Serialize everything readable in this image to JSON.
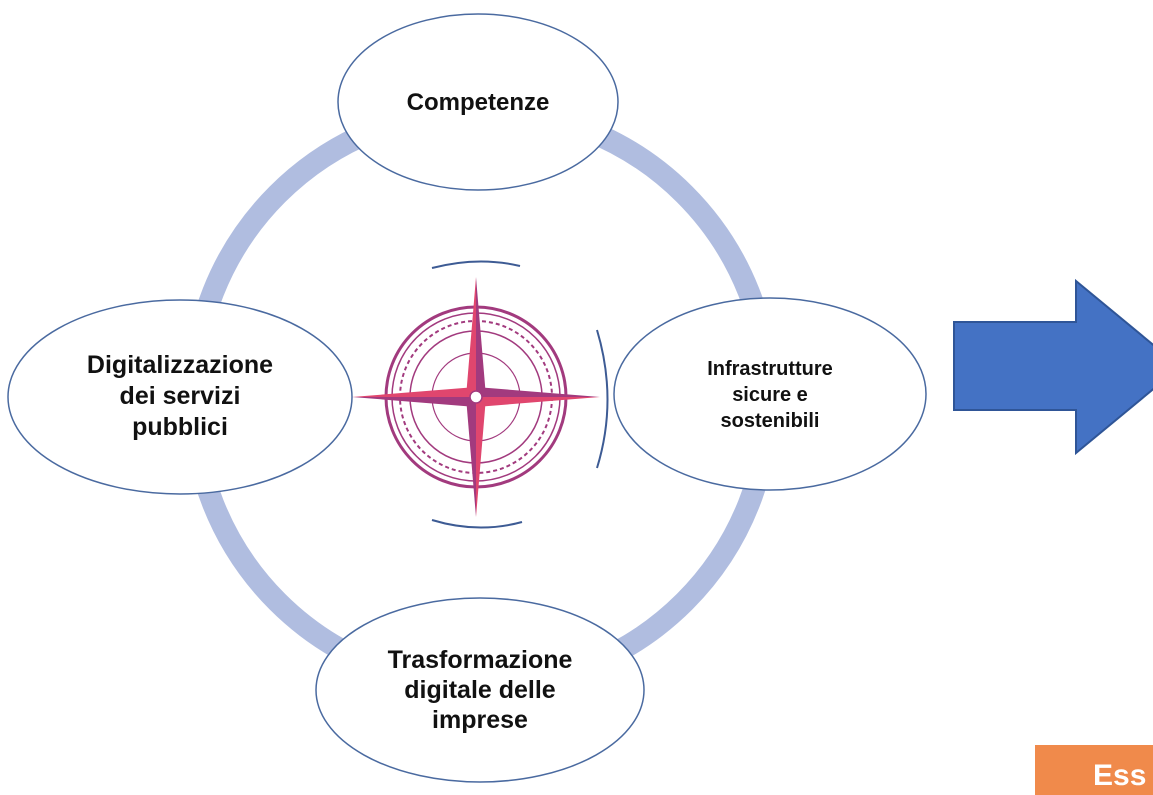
{
  "diagram": {
    "nodes": [
      {
        "id": "top",
        "lines": [
          "Competenze"
        ]
      },
      {
        "id": "left",
        "lines": [
          "Digitalizzazione",
          "dei servizi",
          "pubblici"
        ]
      },
      {
        "id": "right",
        "lines": [
          "Infrastrutture",
          "sicure e",
          "sostenibili"
        ]
      },
      {
        "id": "bottom",
        "lines": [
          "Trasformazione",
          "digitale delle",
          "imprese"
        ]
      }
    ],
    "center_icon": "compass-rose-icon",
    "arrow_icon": "arrow-right-icon"
  },
  "banner": {
    "text": "Ess"
  },
  "colors": {
    "ring": "#b0bde0",
    "ellipse_stroke": "#4a6aa0",
    "arrow_fill": "#4472c4",
    "arrow_stroke": "#2f5597",
    "compass": "#a23a7e",
    "compass_star": "#e0466e",
    "banner": "#f08a4b"
  }
}
